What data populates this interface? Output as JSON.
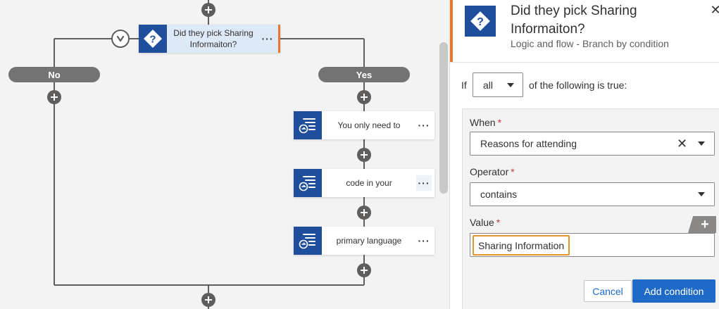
{
  "canvas": {
    "condition": {
      "title": "Did they pick Sharing Informaiton?",
      "more": "···"
    },
    "branches": {
      "no": "No",
      "yes": "Yes"
    },
    "steps": [
      {
        "label": "You only need to",
        "more": "···"
      },
      {
        "label": "code in your",
        "more": "···"
      },
      {
        "label": "primary language",
        "more": "···"
      }
    ]
  },
  "panel": {
    "title": "Did they pick Sharing Informaiton?",
    "subtitle": "Logic and flow - Branch by condition",
    "close": "✕",
    "if_label": "If",
    "match_mode": "all",
    "after_label": "of the following is true:",
    "when": {
      "label": "When",
      "required": "*",
      "value": "Reasons for attending",
      "clear": "✕"
    },
    "operator": {
      "label": "Operator",
      "required": "*",
      "value": "contains"
    },
    "value": {
      "label": "Value",
      "required": "*",
      "token": "Sharing Information",
      "add": "+"
    },
    "buttons": {
      "cancel": "Cancel",
      "add_condition": "Add condition"
    }
  },
  "colors": {
    "brand": "#1f4e9c",
    "accent": "#e8772e",
    "primary_button": "#1f6ac7",
    "connector": "#605e5c",
    "branch_label": "#737373"
  },
  "icons": {
    "condition": "diamond-question-icon",
    "step": "list-arrow-icon",
    "add": "plus-circle-icon",
    "collapse": "chevron-down-icon",
    "close": "close-icon"
  }
}
